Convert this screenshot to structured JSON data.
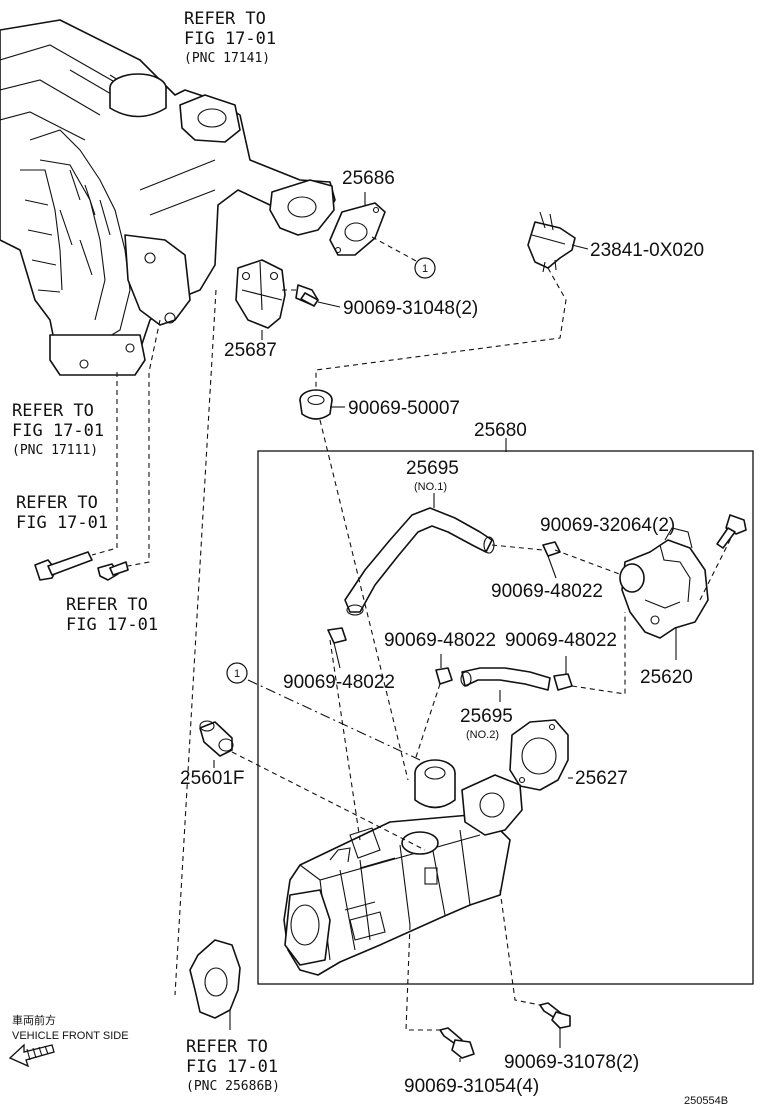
{
  "refs": {
    "top": {
      "line1": "REFER TO",
      "line2": "FIG 17-01",
      "line3": "(PNC 17141)"
    },
    "left_mid": {
      "line1": "REFER TO",
      "line2": "FIG 17-01",
      "line3": "(PNC 17111)"
    },
    "left_bolt": {
      "line1": "REFER TO",
      "line2": "FIG 17-01"
    },
    "left_bolt2": {
      "line1": "REFER TO",
      "line2": "FIG 17-01"
    },
    "bottom": {
      "line1": "REFER TO",
      "line2": "FIG 17-01",
      "line3": "(PNC 25686B)"
    }
  },
  "parts": {
    "p25686": "25686",
    "p23841": "23841-0X020",
    "p90069_31048": "90069-31048(2)",
    "p25687": "25687",
    "p90069_50007": "90069-50007",
    "p25680": "25680",
    "p25695a": "25695",
    "p25695a_sub": "(NO.1)",
    "p90069_32064": "90069-32064(2)",
    "p90069_48022a": "90069-48022",
    "p90069_48022b": "90069-48022",
    "p90069_48022c": "90069-48022",
    "p90069_48022d": "90069-48022",
    "p25620": "25620",
    "p25695b": "25695",
    "p25695b_sub": "(NO.2)",
    "p25627": "25627",
    "p25601F": "25601F",
    "p90069_31078": "90069-31078(2)",
    "p90069_31054": "90069-31054(4)"
  },
  "markers": {
    "one_a": "1",
    "one_b": "1"
  },
  "front": {
    "jp": "車両前方",
    "en": "VEHICLE FRONT SIDE"
  },
  "code": "250554B"
}
